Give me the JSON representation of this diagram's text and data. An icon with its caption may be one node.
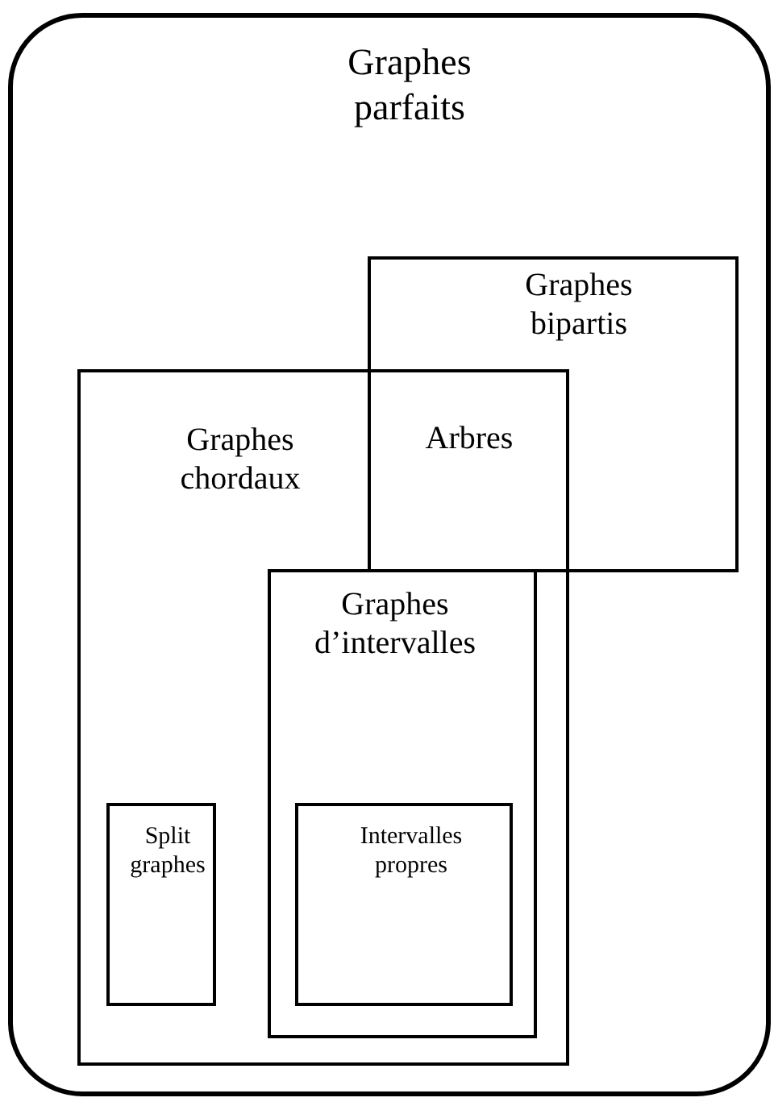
{
  "diagram": {
    "nodes": [
      {
        "text": [
          "Graphes parfaits"
        ]
      },
      {
        "text": [
          "Graphes bipartis"
        ],
        "in": 0
      },
      {
        "text": [
          "Graphes chordaux"
        ],
        "in": 0
      },
      {
        "text": [
          "Graphes d’intervalles"
        ],
        "in": 2
      },
      {
        "text": [
          "Split graphes"
        ],
        "in": 2
      },
      {
        "text": [
          "Intervalles propres"
        ],
        "in": 3
      }
    ],
    "labels": [
      "Arbres"
    ]
  }
}
